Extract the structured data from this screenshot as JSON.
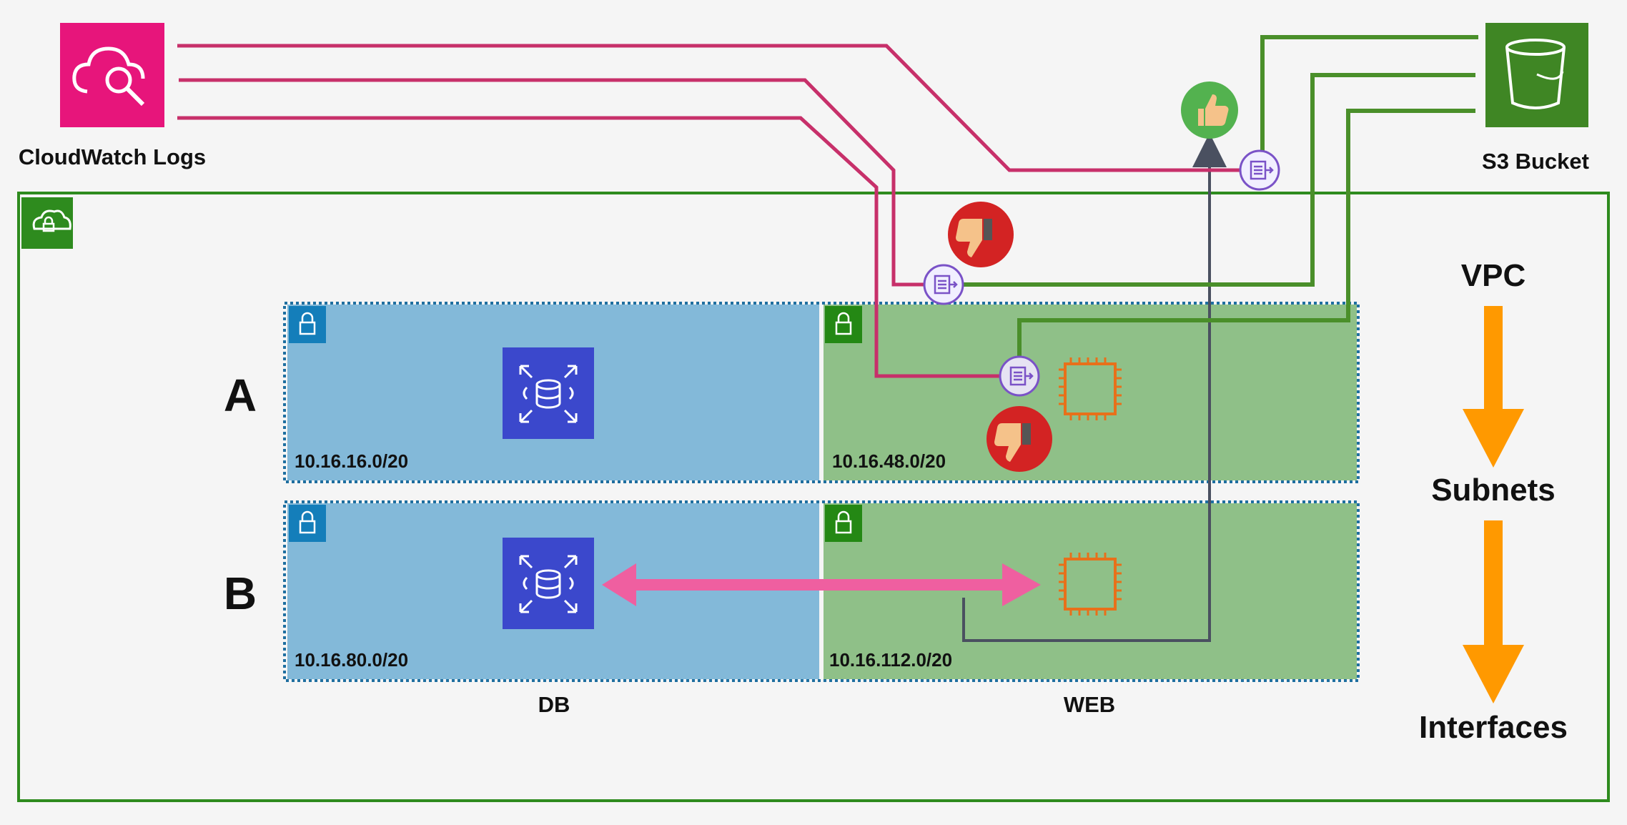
{
  "services": {
    "cloudwatch_label": "CloudWatch Logs",
    "s3_label": "S3 Bucket"
  },
  "rows": {
    "a_label": "A",
    "b_label": "B"
  },
  "columns": {
    "db_label": "DB",
    "web_label": "WEB"
  },
  "subnets": {
    "a_db_cidr": "10.16.16.0/20",
    "a_web_cidr": "10.16.48.0/20",
    "b_db_cidr": "10.16.80.0/20",
    "b_web_cidr": "10.16.112.0/20"
  },
  "hierarchy": {
    "vpc_label": "VPC",
    "subnets_label": "Subnets",
    "interfaces_label": "Interfaces"
  },
  "colors": {
    "cloudwatch_pink": "#e7157b",
    "log_line": "#c7306a",
    "s3_green": "#3f8624",
    "green_line": "#4a8f2a",
    "vpc_border": "#2e8b1e",
    "db_fill": "#83b9d9",
    "web_fill": "#8fc088",
    "rds_blue": "#3b48cc",
    "ec2_orange": "#e8701a",
    "arrow_orange": "#ff9900",
    "pink_arrow": "#ef5fa0",
    "dark_line": "#4a5060",
    "thumb_down_red": "#d32323",
    "thumb_up_green": "#53b24f",
    "flowlog_purple": "#7a52c7"
  }
}
